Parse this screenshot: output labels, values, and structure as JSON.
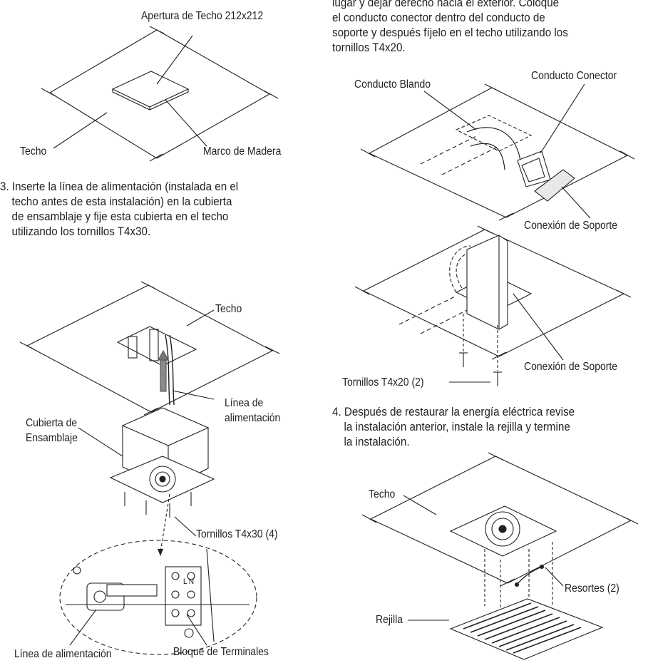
{
  "left_column": {
    "fig1": {
      "label_opening": "Apertura de Techo 212x212",
      "label_ceiling": "Techo",
      "label_frame": "Marco de Madera"
    },
    "step3": {
      "lines": [
        "3. Inserte la línea de alimentación (instalada en el",
        "techo antes de esta instalación) en la cubierta",
        "de ensamblaje y fije esta cubierta en el techo",
        "utilizando los tornillos T4x30."
      ]
    },
    "fig2": {
      "label_ceiling": "Techo",
      "label_power_line_1": "Línea de",
      "label_power_line_2": "alimentación",
      "label_cover_1": "Cubierta de",
      "label_cover_2": "Ensamblaje",
      "label_screws": "Tornillos T4x30 (4)",
      "label_power_line_bottom": "Línea de alimentación",
      "label_terminal_block": "Bloque de Terminales",
      "terminal_mark": "L N"
    }
  },
  "right_column": {
    "intro": {
      "lines": [
        "lugar y dejar derecho hacia el exterior. Coloque",
        "el conducto conector dentro del conducto de",
        "soporte y después fíjelo en el techo utilizando los",
        "tornillos T4x20."
      ]
    },
    "fig3": {
      "label_soft_duct": "Conducto Blando",
      "label_connector_duct": "Conducto Conector",
      "label_support_connection": "Conexión de Soporte"
    },
    "fig4": {
      "label_support_connection": "Conexión de Soporte",
      "label_screws": "Tornillos T4x20 (2)"
    },
    "step4": {
      "lines": [
        "4. Después de restaurar la energía eléctrica revise",
        "la instalación anterior, instale la rejilla y termine",
        "la instalación."
      ]
    },
    "fig5": {
      "label_ceiling": "Techo",
      "label_springs": "Resortes (2)",
      "label_grille": "Rejilla"
    }
  }
}
